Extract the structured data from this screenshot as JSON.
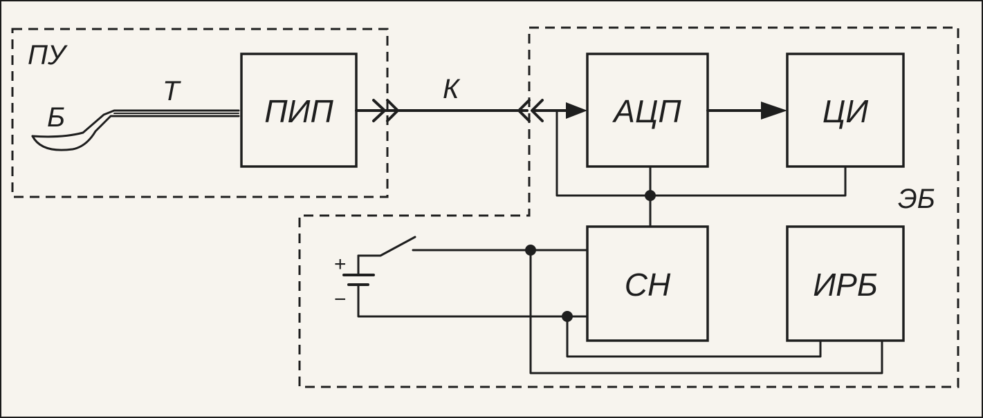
{
  "regions": {
    "pu": "ПУ",
    "eb": "ЭБ"
  },
  "probe": {
    "bulb": "Б",
    "tube": "Т"
  },
  "cable": "К",
  "blocks": {
    "pip": "ПИП",
    "acp": "АЦП",
    "ci": "ЦИ",
    "sn": "СН",
    "irb": "ИРБ"
  },
  "battery": {
    "plus": "+",
    "minus": "−"
  }
}
